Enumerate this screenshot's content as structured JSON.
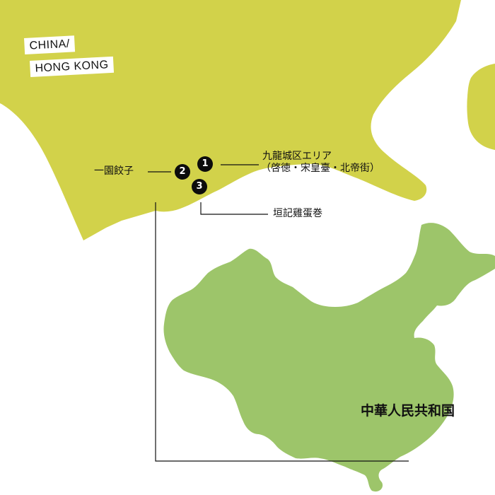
{
  "title_tag": {
    "line1": "CHINA/",
    "line2": "HONG KONG"
  },
  "places": [
    {
      "number": "1",
      "name_line1": "九龍城区エリア",
      "name_line2": "（啓徳・宋皇臺・北帝街）"
    },
    {
      "number": "2",
      "name_line1": "一園餃子"
    },
    {
      "number": "3",
      "name_line1": "垣記雞蛋巻"
    }
  ],
  "country_label": "中華人民共和国",
  "colors": {
    "hong_kong_land": "#d2d24a",
    "china_land": "#9dc56a",
    "marker": "#0c0c0c",
    "line": "#111111",
    "background": "#ffffff"
  }
}
